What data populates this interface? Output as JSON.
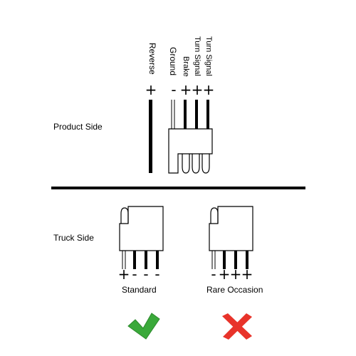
{
  "product_side": {
    "title": "Product Side",
    "wire_labels": [
      "Reverse",
      "Ground",
      "Brake",
      "Turn Signal",
      "Turn Signal"
    ],
    "polarity": [
      "+",
      "-",
      "+",
      "+",
      "+"
    ]
  },
  "truck_side": {
    "title": "Truck Side",
    "standard": {
      "polarity": [
        "+",
        "-",
        "-",
        "-"
      ],
      "caption": "Standard"
    },
    "rare": {
      "polarity": [
        "-",
        "+",
        "+",
        "+"
      ],
      "caption": "Rare Occasion"
    }
  },
  "verdict": {
    "standard_icon": "green-checkmark-icon",
    "rare_icon": "red-x-icon",
    "colors": {
      "check": "#3aa93a",
      "cross": "#e8332a"
    }
  }
}
